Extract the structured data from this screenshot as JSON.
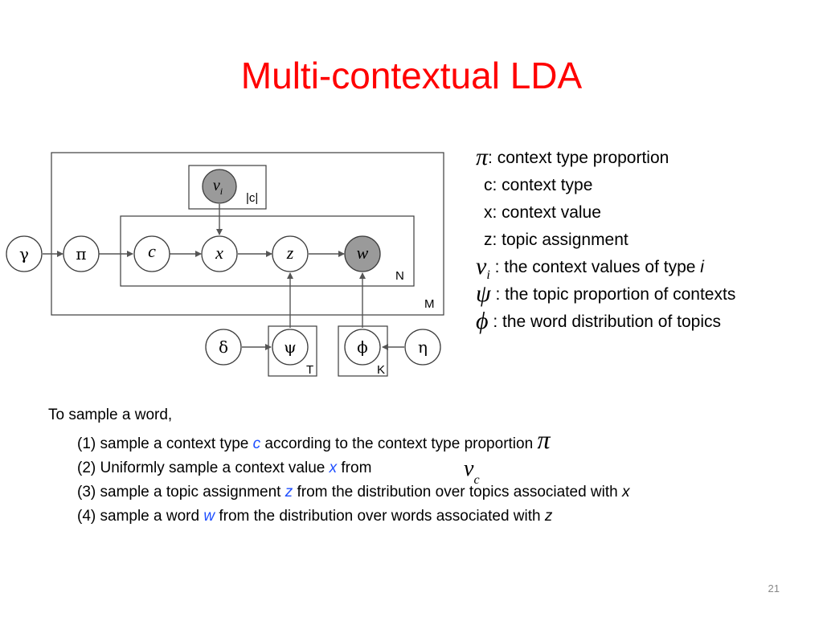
{
  "slide": {
    "title": "Multi-contextual LDA",
    "page_number": "21"
  },
  "diagram": {
    "nodes": {
      "gamma": "γ",
      "pi": "π",
      "c": "c",
      "x": "x",
      "z": "z",
      "w": "w",
      "v": "v",
      "v_sub": "i",
      "delta": "δ",
      "psi": "ψ",
      "phi": "ϕ",
      "eta": "η"
    },
    "plates": {
      "c_plate": "|c|",
      "n_plate": "N",
      "m_plate": "M",
      "t_plate": "T",
      "k_plate": "K"
    },
    "observed_node": "w",
    "colors": {
      "observed": "#9a9a9a",
      "latent": "#ffffff",
      "title": "#ff0000",
      "highlight": "#1f4fff"
    }
  },
  "legend": [
    {
      "symbol": "π",
      "sub": "",
      "text": ": context type proportion"
    },
    {
      "symbol": "",
      "sub": "",
      "text": "c: context type"
    },
    {
      "symbol": "",
      "sub": "",
      "text": "x: context value"
    },
    {
      "symbol": "",
      "sub": "",
      "text": "z: topic assignment"
    },
    {
      "symbol": "v",
      "sub": "i",
      "text": " : the context values of type ",
      "tail": "i"
    },
    {
      "symbol": "ψ",
      "sub": "",
      "text": " : the topic proportion of contexts"
    },
    {
      "symbol": "ϕ",
      "sub": "",
      "text": " : the word distribution of topics"
    }
  ],
  "sampling": {
    "intro": "To sample a word,",
    "step1": {
      "before": "(1) sample a context type ",
      "var": "c",
      "after": " according to the context type proportion ",
      "math": "π"
    },
    "step2": {
      "before": "(2) Uniformly sample a context value ",
      "var": "x",
      "after": " from",
      "math": "v",
      "math_sub": "c"
    },
    "step3": {
      "before": "(3) sample a topic assignment ",
      "var": "z",
      "after": " from the distribution over topics associated with ",
      "tail": "x"
    },
    "step4": {
      "before": "(4) sample a word ",
      "var": "w",
      "after": " from the distribution over words associated with ",
      "tail": "z"
    }
  }
}
